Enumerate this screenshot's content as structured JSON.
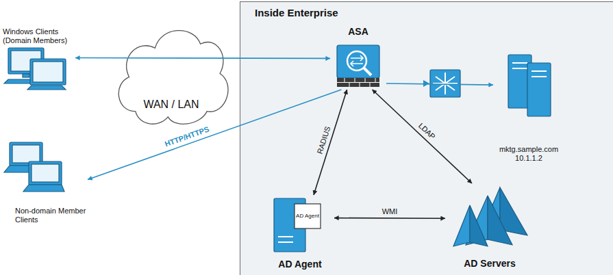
{
  "diagram": {
    "nodes": [
      {
        "text": [
          "Windows Clients (Domain Members)"
        ]
      },
      {
        "text": [
          "WAN / LAN"
        ]
      },
      {
        "text": [
          "Non-domain Member Clients"
        ]
      },
      {
        "text": [
          "Inside Enterprise"
        ]
      },
      {
        "text": [
          "ASA"
        ],
        "in": 3
      },
      {
        "text": [
          "mktg.sample.com",
          "10.1.1.2"
        ],
        "in": 3
      },
      {
        "text": [
          "AD Agent"
        ],
        "in": 3
      },
      {
        "text": [
          "AD Servers"
        ],
        "in": 3
      }
    ],
    "edges": [
      {
        "from": 0,
        "to": 4,
        "arrow": "both"
      },
      {
        "from": 4,
        "to": 2,
        "label": "HTTP/HTTPS",
        "arrow": "to"
      },
      {
        "from": 4,
        "to": 5,
        "arrow": "to"
      },
      {
        "from": 4,
        "to": 6,
        "label": "RADIUS",
        "arrow": "both"
      },
      {
        "from": 4,
        "to": 7,
        "label": "LDAP",
        "arrow": "both"
      },
      {
        "from": 6,
        "to": 7,
        "label": "WMI",
        "arrow": "both"
      }
    ],
    "labels": [
      "AD Agent"
    ]
  }
}
